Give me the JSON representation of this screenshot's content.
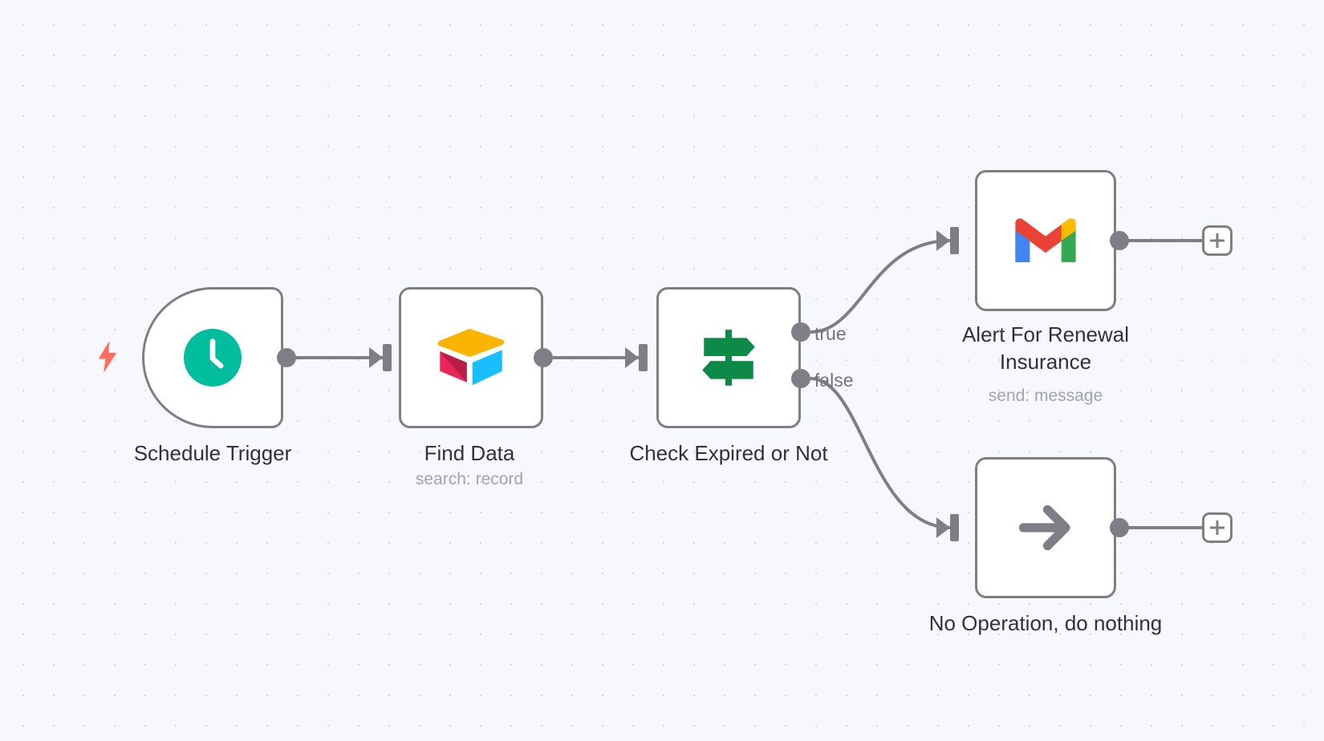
{
  "canvas": {
    "background_color": "#f7f8fb",
    "dot_color": "#d3d6de",
    "node_border_color": "#7d7f85",
    "node_fill_color": "#ffffff",
    "title_color": "#2f3238",
    "subtitle_color": "#a0a4ad",
    "trigger_bolt_color": "#ff6d5a"
  },
  "nodes": [
    {
      "id": "schedule-trigger",
      "title": "Schedule Trigger",
      "subtitle": "",
      "icon": "clock-icon",
      "icon_color": "#00bd9d",
      "type": "trigger",
      "has_bolt": true
    },
    {
      "id": "find-data",
      "title": "Find Data",
      "subtitle": "search: record",
      "icon": "airtable-icon",
      "icon_color": "#fcb400",
      "type": "action"
    },
    {
      "id": "check-expired-or-not",
      "title": "Check Expired or Not",
      "subtitle": "",
      "icon": "signpost-icon",
      "icon_color": "#0e8a48",
      "type": "if",
      "outputs": [
        "true",
        "false"
      ]
    },
    {
      "id": "alert-for-renewal-insurance",
      "title": "Alert For Renewal Insurance",
      "subtitle": "send: message",
      "icon": "gmail-icon",
      "icon_color": "#ea4335",
      "type": "action"
    },
    {
      "id": "no-operation-do-nothing",
      "title": "No Operation, do nothing",
      "subtitle": "",
      "icon": "arrow-right-icon",
      "icon_color": "#7d7f85",
      "type": "action"
    }
  ],
  "port_labels": {
    "true": "true",
    "false": "false"
  },
  "add_buttons": {
    "label": "+",
    "count": 2
  }
}
